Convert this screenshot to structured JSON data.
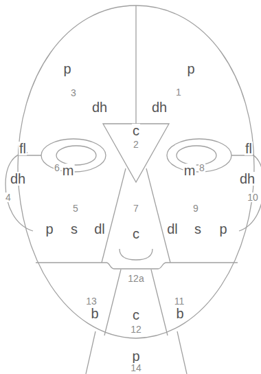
{
  "diagram": {
    "labels": [
      "p",
      "p",
      "3",
      "1",
      "dh",
      "dh",
      "c",
      "2",
      "fl",
      "fl",
      "6",
      "m",
      "m",
      "8",
      "dh",
      "dh",
      "4",
      "10",
      "5",
      "7",
      "9",
      "p",
      "s",
      "dl",
      "c",
      "dl",
      "s",
      "p",
      "12a",
      "13",
      "11",
      "b",
      "c",
      "b",
      "12",
      "p",
      "14"
    ]
  }
}
